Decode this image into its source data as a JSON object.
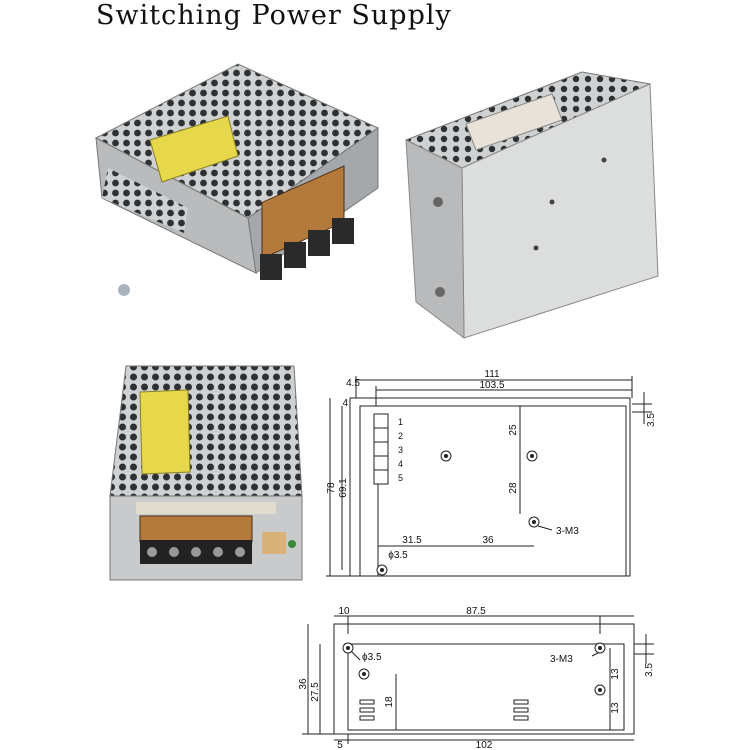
{
  "title": "Switching Power Supply",
  "colors": {
    "metal": "#c9cbcc",
    "metal_dark": "#8d9092",
    "label_yellow": "#e6d84a",
    "terminal_brown": "#b47a3c",
    "line": "#222222"
  },
  "top_view": {
    "dims": {
      "overall_length": "111",
      "inner_length": "103.5",
      "left_offset": "4.5",
      "top_margin": "4",
      "overall_height": "78",
      "inner_height": "69.1",
      "hole_vertical_top": "25",
      "hole_spacing_vertical": "28",
      "right_offset": "3.5",
      "hole_x_offset": "31.5",
      "hole_spacing_horizontal": "36",
      "hole_diameter": "ϕ3.5",
      "screw_spec": "3-M3"
    },
    "terminals": [
      "1",
      "2",
      "3",
      "4",
      "5"
    ]
  },
  "side_view": {
    "dims": {
      "left_offset": "10",
      "hole_spacing": "87.5",
      "hole_diameter": "ϕ3.5",
      "screw_spec": "3-M3",
      "overall_height": "36",
      "inner_height": "27.5",
      "hole_height": "18",
      "spacing_upper": "13",
      "spacing_lower": "13",
      "right_offset": "3.5",
      "bottom_offset": "5",
      "overall_length": "102"
    }
  }
}
